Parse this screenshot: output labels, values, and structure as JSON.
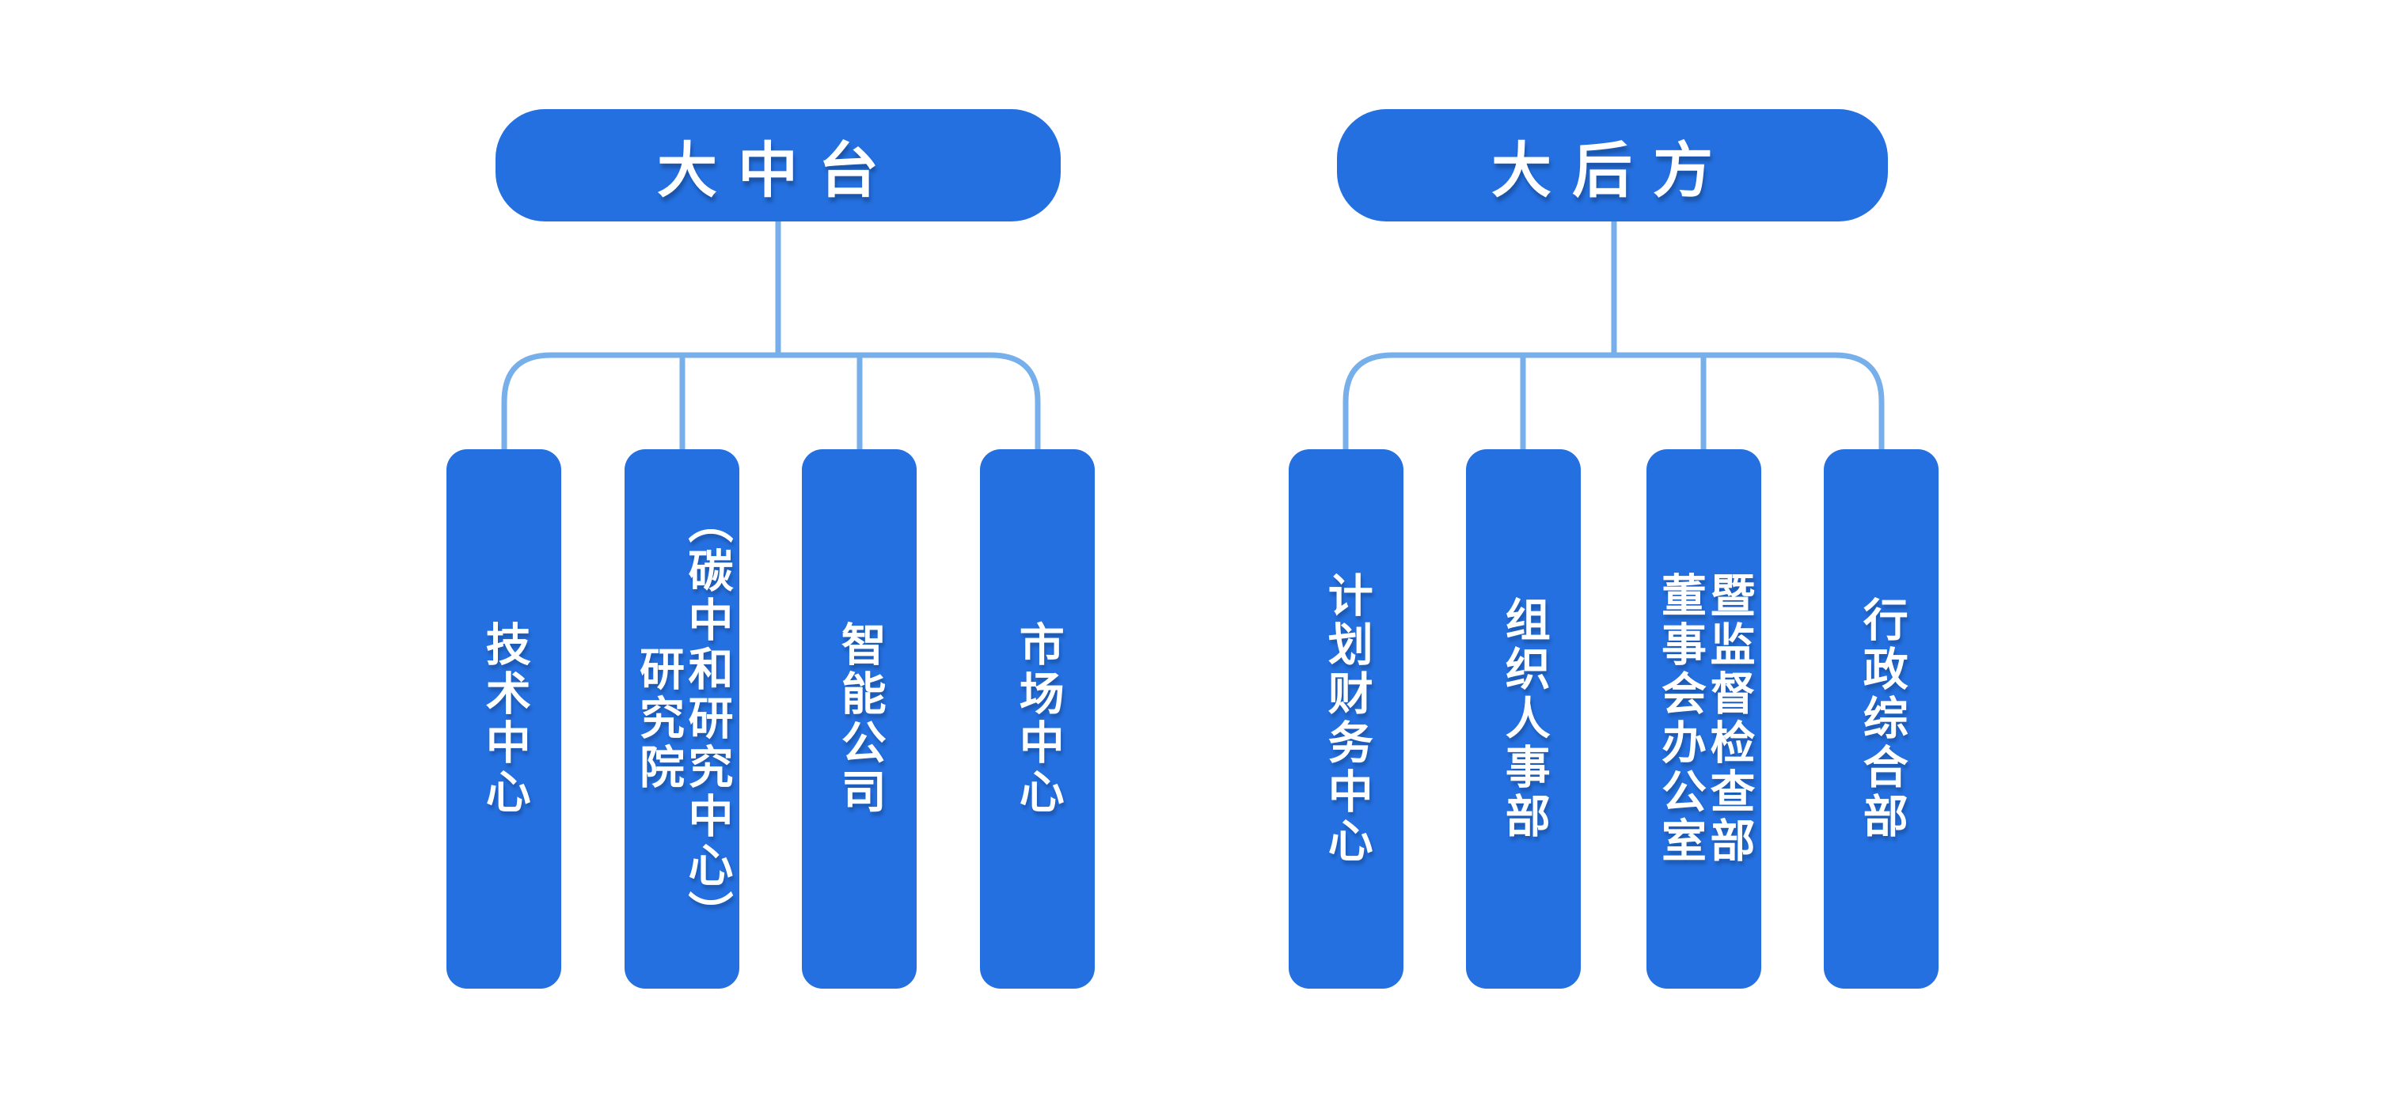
{
  "diagram_type": "org-chart",
  "colors": {
    "node_fill": "#2470E0",
    "node_text": "#FFFFFF",
    "connector": "#77AFEA",
    "background": "#FFFFFF"
  },
  "trees": [
    {
      "root": {
        "label": "大中台"
      },
      "children": [
        {
          "label": "技术中心"
        },
        {
          "label": "研究院\n（碳中和研究中心）"
        },
        {
          "label": "智能公司"
        },
        {
          "label": "市场中心"
        }
      ]
    },
    {
      "root": {
        "label": "大后方"
      },
      "children": [
        {
          "label": "计划财务中心"
        },
        {
          "label": "组织人事部"
        },
        {
          "label": "董事会办公室\n暨监督检查部"
        },
        {
          "label": "行政综合部"
        }
      ]
    }
  ]
}
